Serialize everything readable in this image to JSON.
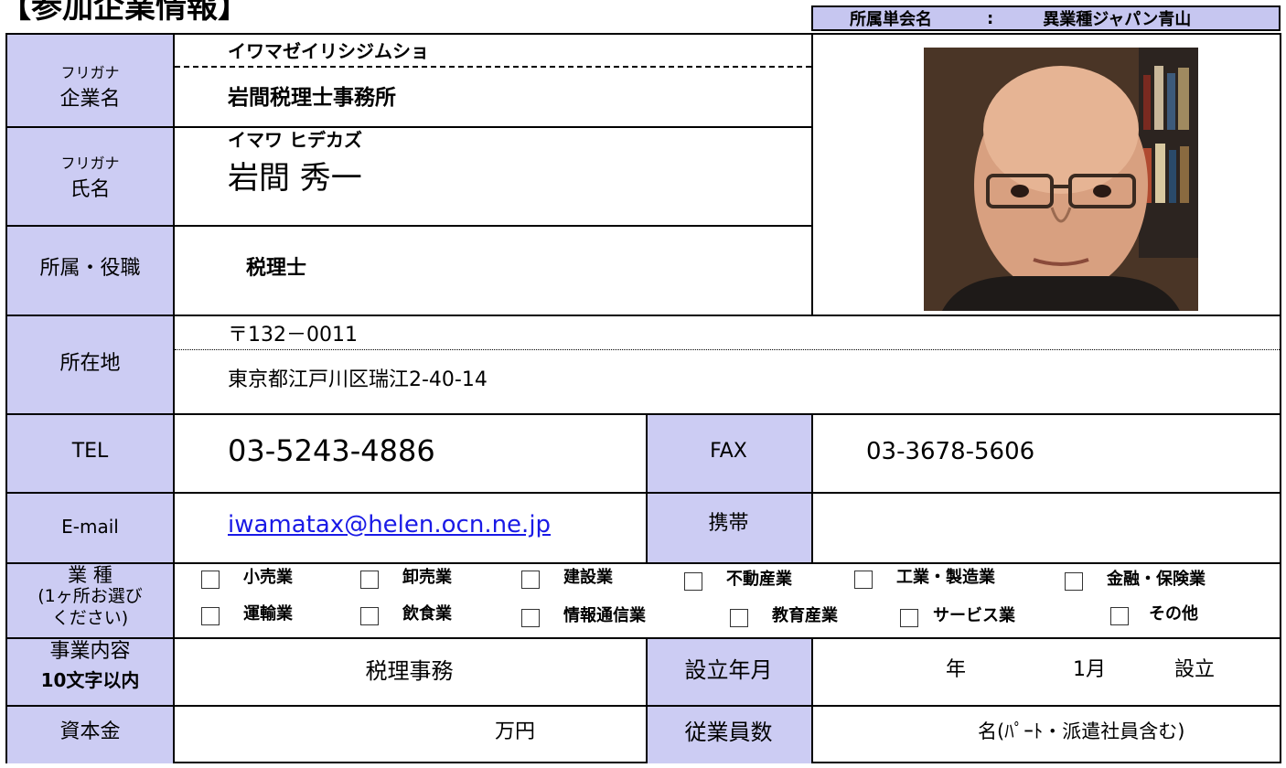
{
  "header": {
    "title": "【参加企業情報】",
    "group_label": "所属単会名",
    "group_sep": ":",
    "group_value": "異業種ジャパン青山"
  },
  "furigana_label": "フリガナ",
  "company": {
    "label": "企業名",
    "furigana": "イワマゼイリシジムショ",
    "value": "岩間税理士事務所"
  },
  "person": {
    "label": "氏名",
    "furigana": "イマワ ヒデカズ",
    "value": "岩間 秀一"
  },
  "position": {
    "label": "所属・役職",
    "value": "税理士"
  },
  "address": {
    "label": "所在地",
    "postal": "〒132－0011",
    "value": "東京都江戸川区瑞江2-40-14"
  },
  "tel": {
    "label": "TEL",
    "value": "03-5243-4886"
  },
  "fax": {
    "label": "FAX",
    "value": "03-3678-5606"
  },
  "email": {
    "label": "E-mail",
    "value": "iwamatax@helen.ocn.ne.jp"
  },
  "mobile": {
    "label": "携帯",
    "value": ""
  },
  "industry": {
    "label_line1": "業 種",
    "label_line2": "(1ヶ所お選び",
    "label_line3": "ください)",
    "row1": [
      "小売業",
      "卸売業",
      "建設業",
      "不動産業",
      "工業・製造業",
      "金融・保険業"
    ],
    "row2": [
      "運輸業",
      "飲食業",
      "情報通信業",
      "教育産業",
      "サービス業",
      "その他"
    ]
  },
  "business": {
    "label_line1": "事業内容",
    "label_line2": "10文字以内",
    "value": "税理事務"
  },
  "established": {
    "label": "設立年月",
    "year_unit": "年",
    "month": "1月",
    "suffix": "設立"
  },
  "capital": {
    "label": "資本金",
    "unit": "万円"
  },
  "employees": {
    "label": "従業員数",
    "unit": "名(ﾊﾟｰﾄ・派遣社員含む)"
  },
  "photo": {
    "alt": ""
  }
}
